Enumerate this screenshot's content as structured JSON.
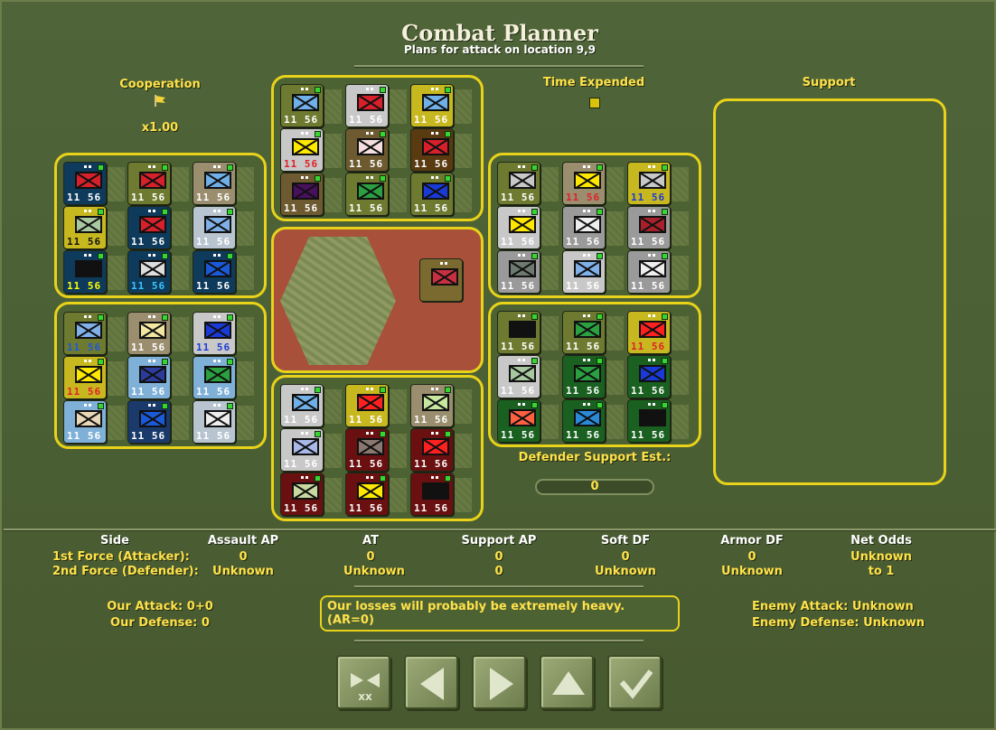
{
  "title": "Combat Planner",
  "subtitle": "Plans for attack on location 9,9",
  "cooperation": {
    "label": "Cooperation",
    "value": "x1.00"
  },
  "time_expended": {
    "label": "Time Expended"
  },
  "support": {
    "label": "Support"
  },
  "unit_number_text": "11 56",
  "defender_support": {
    "label": "Defender Support Est.:",
    "value": "0"
  },
  "stats": {
    "headers": {
      "side": "Side",
      "assault_ap": "Assault AP",
      "at": "AT",
      "support_ap": "Support AP",
      "soft_df": "Soft DF",
      "armor_df": "Armor DF",
      "net_odds": "Net Odds"
    },
    "attacker": {
      "label": "1st Force  (Attacker):",
      "assault_ap": "0",
      "at": "0",
      "support_ap": "0",
      "soft_df": "0",
      "armor_df": "0",
      "net_odds": "Unknown"
    },
    "defender": {
      "label": "2nd Force  (Defender):",
      "assault_ap": "Unknown",
      "at": "Unknown",
      "support_ap": "0",
      "soft_df": "Unknown",
      "armor_df": "Unknown",
      "net_odds": "to 1"
    }
  },
  "our_attack": "Our Attack: 0+0",
  "our_defense": "Our Defense: 0",
  "enemy_attack": "Enemy Attack: Unknown",
  "enemy_defense": "Enemy Defense: Unknown",
  "message": "Our losses will probably be extremely heavy. (AR=0)",
  "buttons": [
    {
      "name": "cancel-attack-button",
      "icon": "crossed-flags-icon"
    },
    {
      "name": "previous-button",
      "icon": "arrow-left-icon"
    },
    {
      "name": "next-button",
      "icon": "arrow-right-icon"
    },
    {
      "name": "up-button",
      "icon": "arrow-up-icon"
    },
    {
      "name": "confirm-button",
      "icon": "checkmark-icon"
    }
  ],
  "colors": {
    "panel_border": "#e8d21a",
    "label_yellow": "#ffe24a",
    "background": "#4b6035",
    "hex_bg": "#a8503a"
  }
}
